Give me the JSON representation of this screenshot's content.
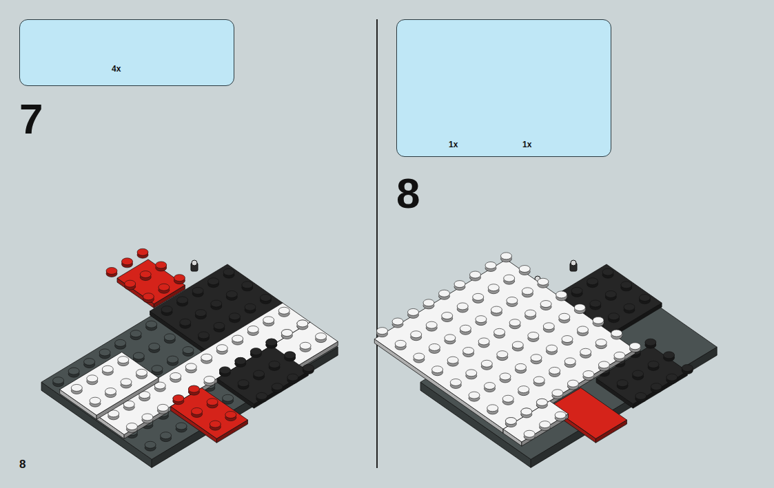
{
  "diagram": {
    "nodes": [
      {
        "text": [
          "4x"
        ]
      },
      {
        "text": [
          "1x",
          "1x"
        ]
      }
    ],
    "labels": [
      "7",
      "8",
      "8"
    ]
  }
}
